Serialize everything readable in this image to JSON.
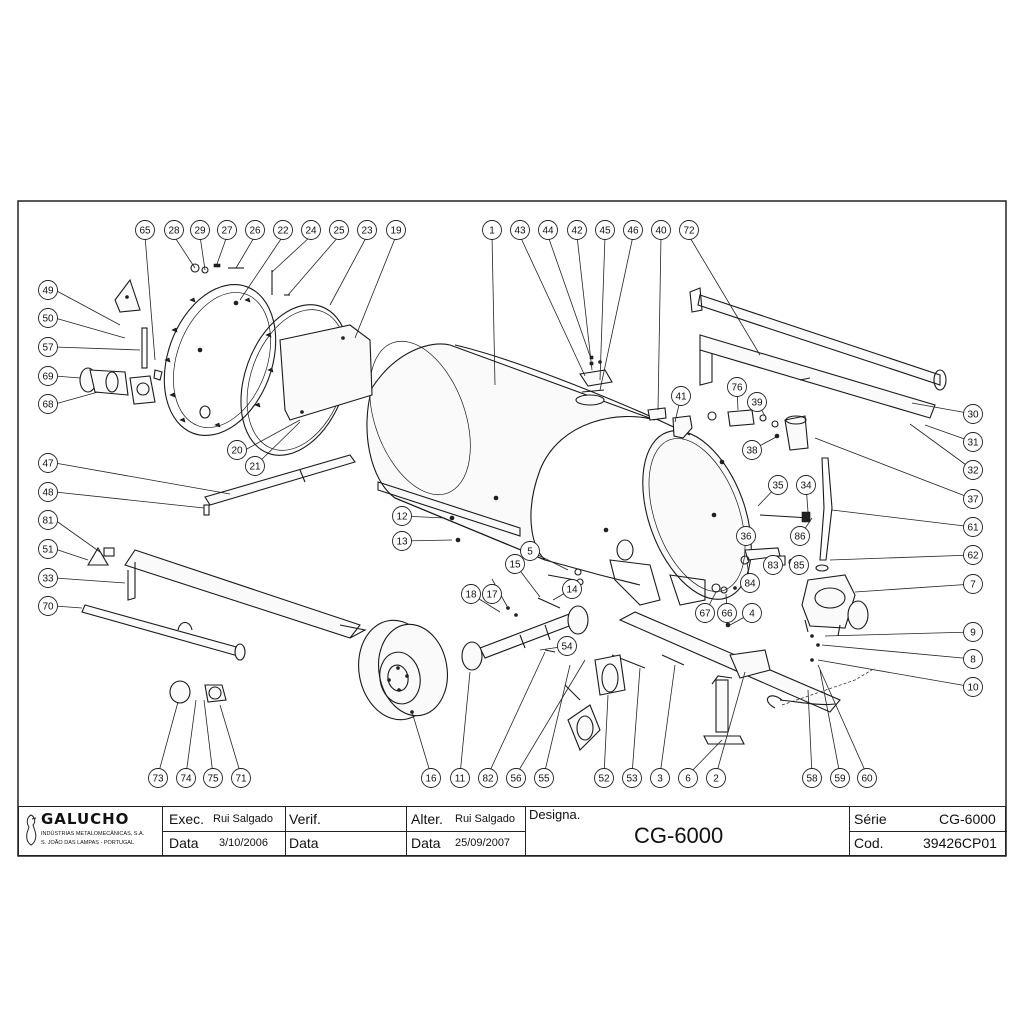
{
  "title_block": {
    "company": {
      "name": "GALUCHO",
      "line1": "INDÚSTRIAS METALOMECÂNICAS, S.A.",
      "line2": "S. JOÃO DAS LAMPAS - PORTUGAL"
    },
    "exec_label": "Exec.",
    "exec_value": "Rui Salgado",
    "verif_label": "Verif.",
    "alter_label": "Alter.",
    "alter_value": "Rui Salgado",
    "designation_label": "Designa.",
    "designation_value": "CG-6000",
    "data_label_1": "Data",
    "data_value_1": "3/10/2006",
    "data_label_2": "Data",
    "data_label_3": "Data",
    "data_value_3": "25/09/2007",
    "serie_label": "Série",
    "serie_value": "CG-6000",
    "cod_label": "Cod.",
    "cod_value": "39426CP01"
  },
  "callouts": [
    "65",
    "28",
    "29",
    "27",
    "26",
    "22",
    "24",
    "25",
    "23",
    "19",
    "1",
    "43",
    "44",
    "42",
    "45",
    "46",
    "40",
    "72",
    "49",
    "50",
    "57",
    "69",
    "68",
    "20",
    "21",
    "47",
    "48",
    "81",
    "51",
    "33",
    "70",
    "73",
    "74",
    "75",
    "71",
    "12",
    "13",
    "5",
    "15",
    "17",
    "18",
    "14",
    "16",
    "11",
    "54",
    "82",
    "56",
    "55",
    "52",
    "53",
    "3",
    "6",
    "2",
    "41",
    "76",
    "39",
    "38",
    "30",
    "31",
    "32",
    "37",
    "35",
    "34",
    "36",
    "86",
    "61",
    "62",
    "7",
    "83",
    "85",
    "84",
    "67",
    "66",
    "4",
    "9",
    "8",
    "10",
    "58",
    "59",
    "60"
  ]
}
